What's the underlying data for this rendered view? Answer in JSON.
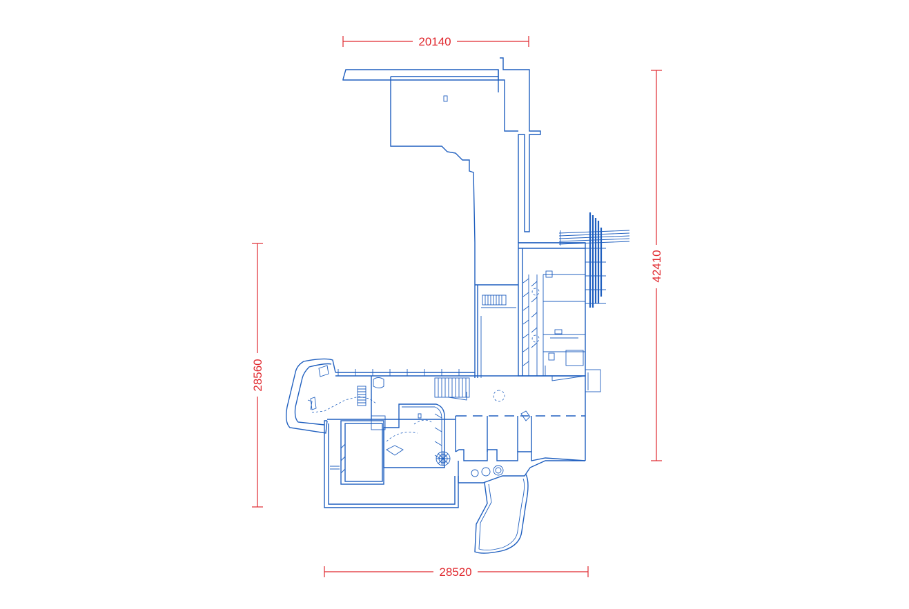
{
  "dimensions": {
    "top_width": "20140",
    "bottom_width": "28520",
    "left_height": "28560",
    "right_height": "42410"
  },
  "colors": {
    "dimension": "#e0282e",
    "linework": "#1f5fbf",
    "background": "#ffffff"
  }
}
